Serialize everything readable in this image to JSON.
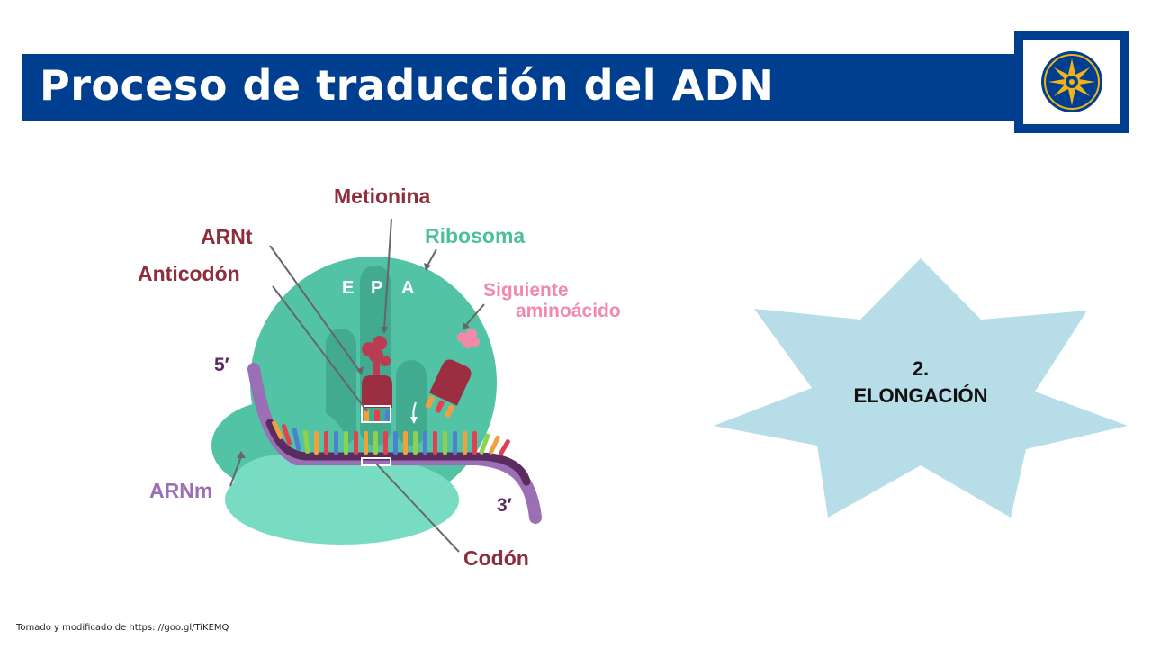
{
  "slide": {
    "title": "Proceso de traducción del ADN",
    "footer": "Tomado y modificado de https: //goo.gl/TiKEMQ"
  },
  "logo": {
    "icon": "university-seal-star-icon",
    "colors": [
      "#003f8f",
      "#f2b21a",
      "#ffffff"
    ]
  },
  "diagram": {
    "labels": {
      "metionina": "Metionina",
      "arnt": "ARNt",
      "ribosoma": "Ribosoma",
      "anticodon": "Anticodón",
      "siguiente_line1": "Siguiente",
      "siguiente_line2": "aminoácido",
      "five_prime": "5′",
      "three_prime": "3′",
      "arnm": "ARNm",
      "codon": "Codón",
      "site_e": "E",
      "site_p": "P",
      "site_a": "A"
    },
    "colors": {
      "ribosome_large": "#52c3a4",
      "ribosome_small": "#78dcc3",
      "trna": "#9b2f41",
      "mrna": "#5a2c60",
      "arnm_label": "#9b6fb5",
      "siguiente_label": "#f08aa8",
      "ribosoma_label": "#4cbf9c",
      "dark_label": "#8e2d3b"
    }
  },
  "stage": {
    "number": "2.",
    "name": "ELONGACIÓN",
    "fill": "#b7dde8"
  }
}
